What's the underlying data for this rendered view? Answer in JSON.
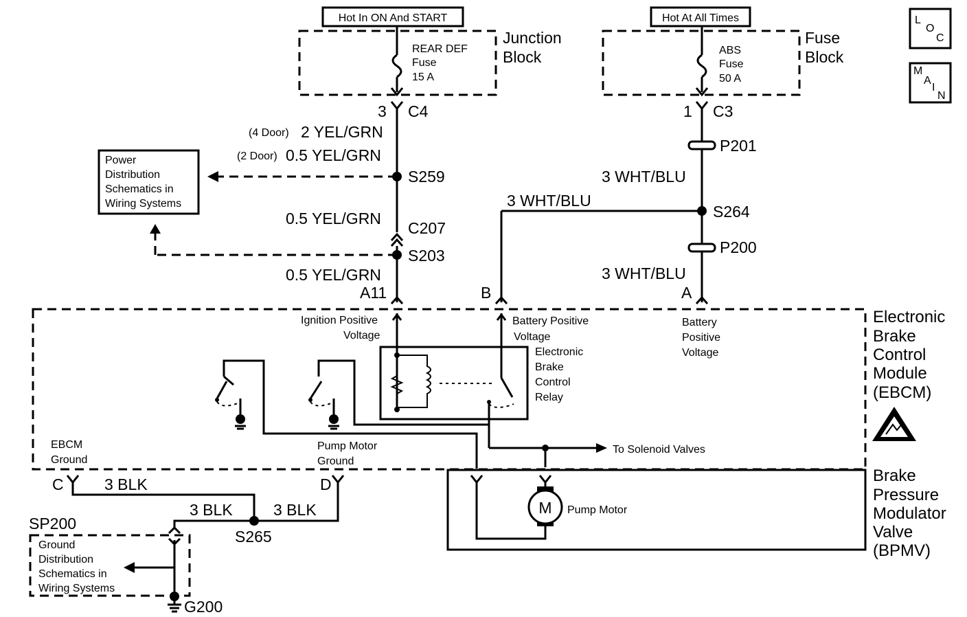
{
  "power_tags": {
    "ignition": "Hot In ON And START",
    "always": "Hot At All Times"
  },
  "blocks": {
    "junction": [
      "Junction",
      "Block"
    ],
    "fuse": [
      "Fuse",
      "Block"
    ]
  },
  "fuses": {
    "rear_def": [
      "REAR DEF",
      "Fuse",
      "15 A"
    ],
    "abs": [
      "ABS",
      "Fuse",
      "50 A"
    ]
  },
  "nav": {
    "loc": [
      "L",
      "O",
      "C"
    ],
    "main": [
      "M",
      "A",
      "I",
      "N"
    ]
  },
  "connectors": {
    "c4_pin": "3",
    "c4": "C4",
    "c3_pin": "1",
    "c3": "C3",
    "c207": "C207",
    "a11": "A11",
    "b": "B",
    "a": "A",
    "c": "C",
    "d": "D",
    "p201": "P201",
    "p200": "P200"
  },
  "splices": {
    "s259": "S259",
    "s203": "S203",
    "s264": "S264",
    "s265": "S265"
  },
  "wires": {
    "door4_note": "(4 Door)",
    "door4": "2 YEL/GRN",
    "door2_note": "(2 Door)",
    "door2": "0.5 YEL/GRN",
    "yel_grn_1": "0.5 YEL/GRN",
    "yel_grn_2": "0.5 YEL/GRN",
    "wht_blu_1": "3 WHT/BLU",
    "wht_blu_2": "3 WHT/BLU",
    "wht_blu_3": "3 WHT/BLU",
    "blk_1": "3 BLK",
    "blk_2": "3 BLK",
    "blk_3": "3 BLK"
  },
  "power_dist": [
    "Power",
    "Distribution",
    "Schematics in",
    "Wiring Systems"
  ],
  "ground_dist": {
    "sp": "SP200",
    "lines": [
      "Ground",
      "Distribution",
      "Schematics in",
      "Wiring Systems"
    ],
    "g": "G200"
  },
  "ebcm": {
    "name": [
      "Electronic",
      "Brake",
      "Control",
      "Module",
      "(EBCM)"
    ],
    "ign_voltage": [
      "Ignition Positive",
      "Voltage"
    ],
    "batt_voltage_b": [
      "Battery Positive",
      "Voltage"
    ],
    "batt_voltage_a": [
      "Battery",
      "Positive",
      "Voltage"
    ],
    "relay": [
      "Electronic",
      "Brake",
      "Control",
      "Relay"
    ],
    "ebcm_ground": [
      "EBCM",
      "Ground"
    ],
    "pump_ground": [
      "Pump Motor",
      "Ground"
    ],
    "solenoid": "To Solenoid Valves"
  },
  "bpmv": {
    "name": [
      "Brake",
      "Pressure",
      "Modulator",
      "Valve",
      "(BPMV)"
    ],
    "motor_letter": "M",
    "motor_label": "Pump Motor"
  }
}
